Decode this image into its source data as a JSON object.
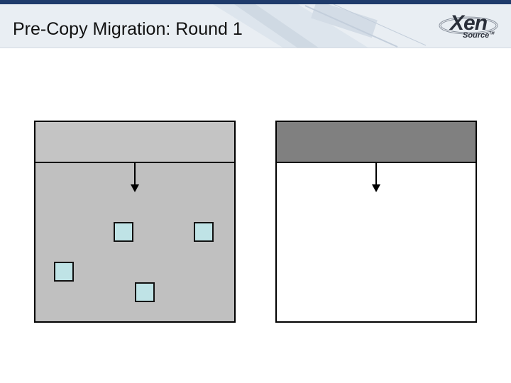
{
  "slide": {
    "title": "Pre-Copy Migration: Round 1"
  },
  "logo": {
    "word": "Xen",
    "subword": "Source",
    "trademark": "TM"
  },
  "colors": {
    "header_bg": "#e9eef3",
    "header_topline": "#1f3b6b",
    "source_host_fill": "#c0c0c0",
    "source_host_bar": "#c4c4c4",
    "target_host_fill": "#ffffff",
    "target_host_bar": "#808080",
    "memory_page_fill": "#bfe3e6",
    "outline": "#000000"
  },
  "diagram": {
    "source_host_memory_pages": 4,
    "target_host_memory_pages": 0
  }
}
